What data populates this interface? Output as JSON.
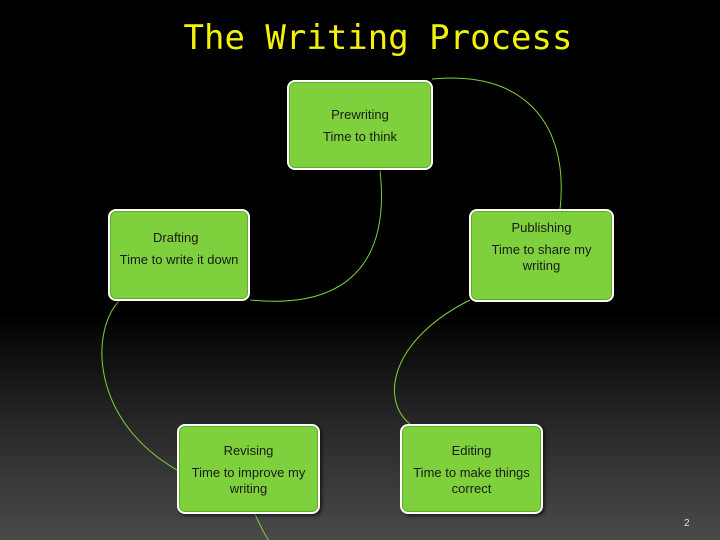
{
  "title": "The Writing Process",
  "colors": {
    "background": "#000000",
    "title": "#f2f20a",
    "box_fill": "#7ed13c",
    "box_border": "#ffffff",
    "connector": "#7ed13c"
  },
  "steps": [
    {
      "label": "Prewriting",
      "description": "Time to think"
    },
    {
      "label": "Publishing",
      "description": "Time to share my writing"
    },
    {
      "label": "Editing",
      "description": "Time to make things correct"
    },
    {
      "label": "Revising",
      "description": "Time to improve my writing"
    },
    {
      "label": "Drafting",
      "description": "Time to write it down"
    }
  ],
  "page_number": "2"
}
